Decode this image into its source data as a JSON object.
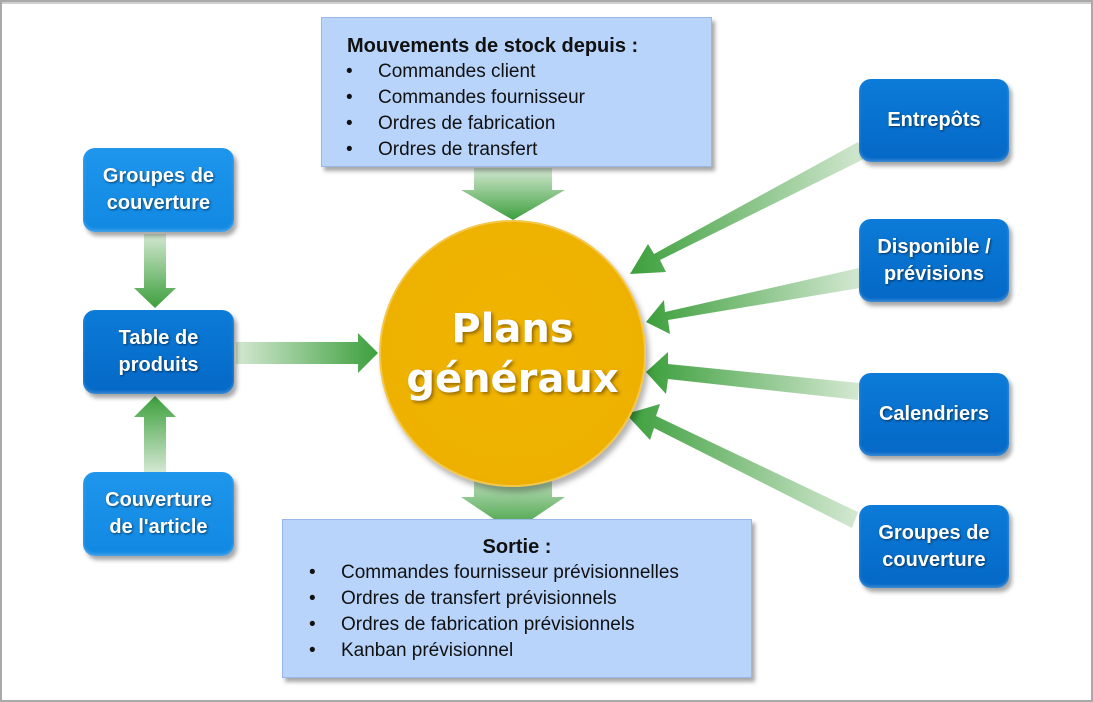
{
  "diagram": {
    "center": {
      "line1": "Plans",
      "line2": "généraux"
    },
    "input_box": {
      "title": "Mouvements de stock depuis :",
      "items": [
        "Commandes client",
        "Commandes fournisseur",
        "Ordres de fabrication",
        "Ordres de transfert"
      ]
    },
    "output_box": {
      "title": "Sortie :",
      "items": [
        "Commandes fournisseur prévisionnelles",
        "Ordres de transfert prévisionnels",
        "Ordres de fabrication prévisionnels",
        "Kanban prévisionnel"
      ]
    },
    "left_nodes": {
      "top": {
        "line1": "Groupes de",
        "line2": "couverture"
      },
      "middle": {
        "line1": "Table de",
        "line2": "produits"
      },
      "bottom": {
        "line1": "Couverture",
        "line2": "de l'article"
      }
    },
    "right_nodes": [
      {
        "line1": "Entrepôts",
        "line2": ""
      },
      {
        "line1": "Disponible /",
        "line2": "prévisions"
      },
      {
        "line1": "Calendriers",
        "line2": ""
      },
      {
        "line1": "Groupes de",
        "line2": "couverture"
      }
    ],
    "colors": {
      "node_light": "#1a8fe8",
      "node_dark": "#0872cf",
      "center": "#eeb100",
      "info_box": "#b8d4fb",
      "arrow": "#3ea23e"
    }
  }
}
